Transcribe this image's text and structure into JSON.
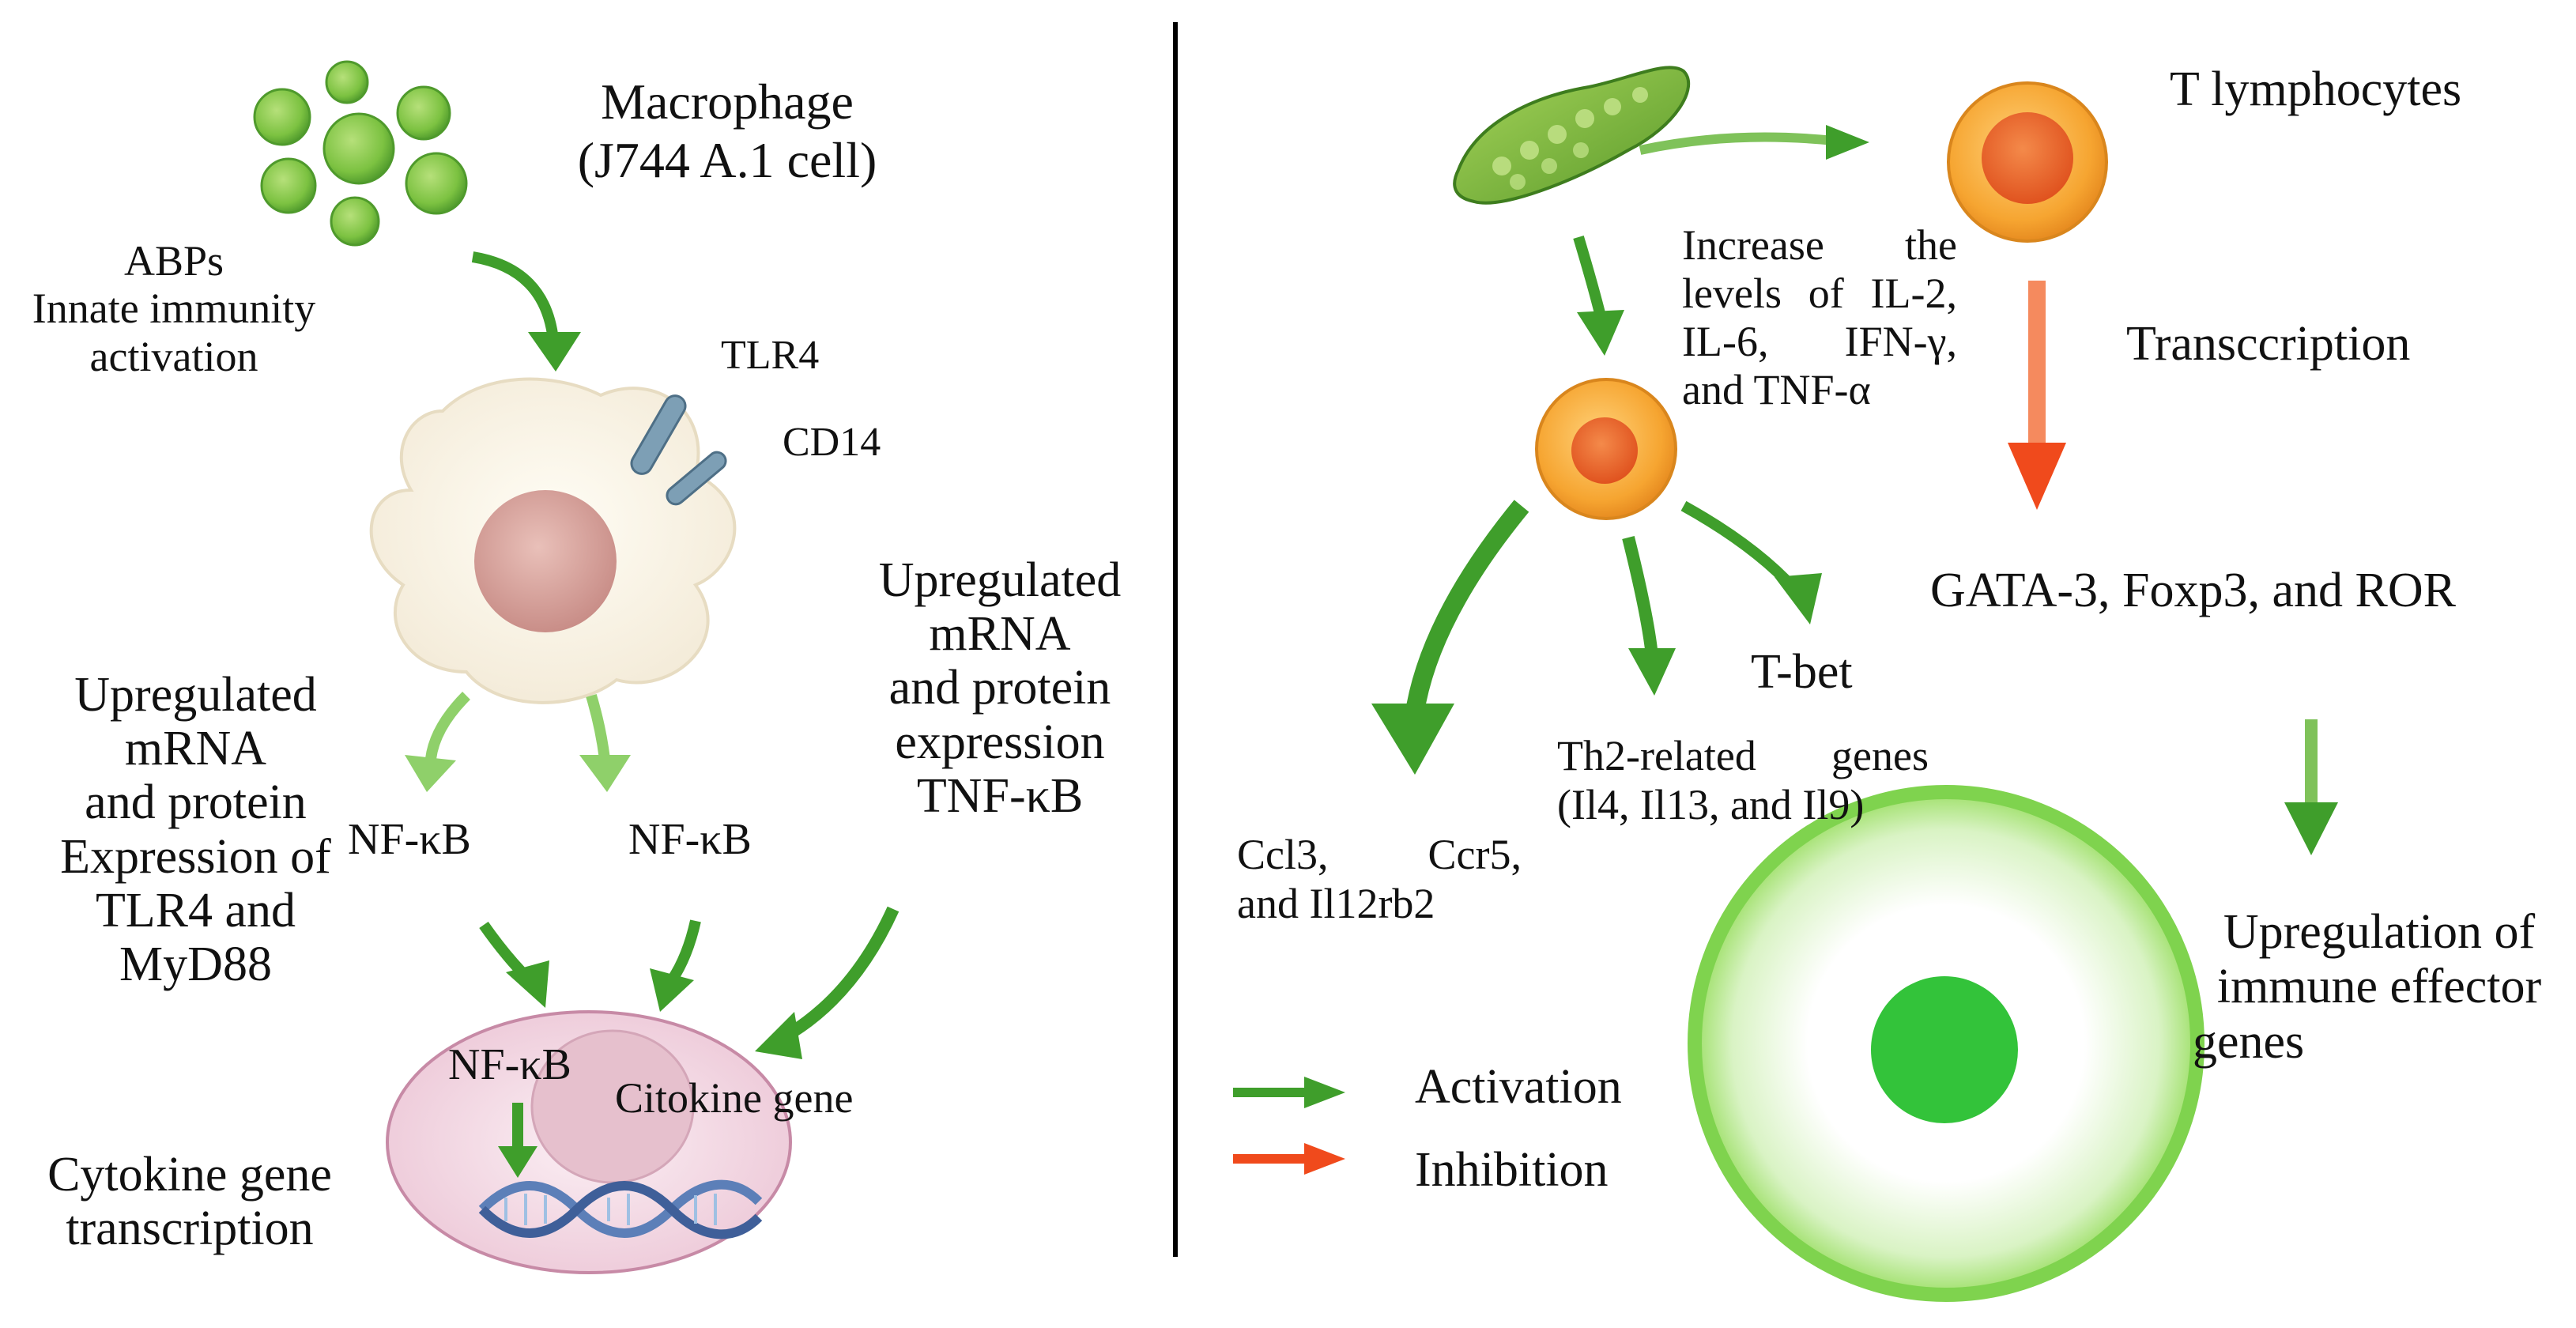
{
  "colors": {
    "activation": "#3f9e2b",
    "inhibition": "#f04a1c",
    "macrophage_dots": "#7cc241",
    "t_cell_outer": "#f6a531",
    "t_cell_inner": "#e8622a",
    "nucleus_pink": "#d9a6a1",
    "effector_ring": "#7fd34e",
    "effector_nucleus": "#33c33a",
    "divider": "#000000"
  },
  "left": {
    "macrophage_title": [
      "Macrophage",
      "(J744 A.1 cell)"
    ],
    "abps_text": [
      "ABPs",
      "Innate immunity",
      "activation"
    ],
    "tlr4": "TLR4",
    "cd14": "CD14",
    "upregulated_left": [
      "Upregulated",
      "mRNA",
      "and protein",
      "Expression of",
      "TLR4 and",
      "MyD88"
    ],
    "upregulated_right": [
      "Upregulated",
      "mRNA",
      "and protein",
      "expression",
      "TNF-κB"
    ],
    "nfkb_left": "NF-κB",
    "nfkb_right": "NF-κB",
    "nfkb_inner": "NF-κB",
    "citokine_gene": "Citokine gene",
    "cytokine_transcription": [
      "Cytokine gene",
      "transcription"
    ]
  },
  "right": {
    "t_lymphocytes": "T lymphocytes",
    "increase_text": [
      "Increase the",
      "levels of IL-2,",
      "IL-6, IFN-γ,",
      "and TNF-α"
    ],
    "transcription": "Transccription",
    "gata3": "GATA-3, Foxp3, and ROR",
    "tbet": "T-bet",
    "th2_genes": [
      "Th2-related genes",
      "(Il4, Il13, and Il9)"
    ],
    "ccl3": [
      "Ccl3, Ccr5,",
      "and Il12rb2"
    ],
    "upregulation_effector": [
      "Upregulation of",
      "immune effector",
      "genes"
    ]
  },
  "legend": {
    "activation": "Activation",
    "inhibition": "Inhibition"
  }
}
